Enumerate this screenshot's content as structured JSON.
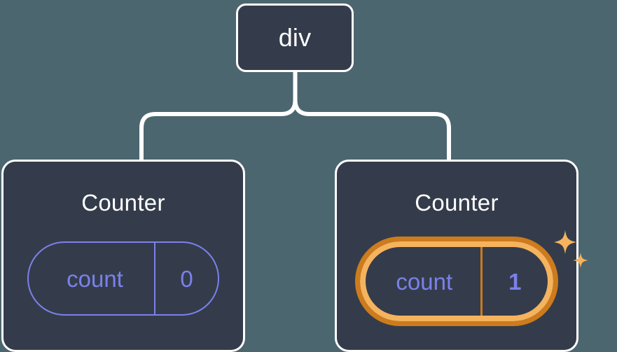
{
  "diagram": {
    "type": "component-tree",
    "background_color": "#4c6670",
    "node_fill": "#343c4b",
    "node_border": "#ffffff",
    "connector_color": "#ffffff",
    "state_color": "#7b81ea",
    "highlight_outer_color": "#cd7b1c",
    "highlight_inner_color": "#f6b35e",
    "sparkle_color": "#f6b35e"
  },
  "root": {
    "label": "div"
  },
  "children": [
    {
      "title": "Counter",
      "state": {
        "key": "count",
        "value": "0"
      },
      "highlighted": false
    },
    {
      "title": "Counter",
      "state": {
        "key": "count",
        "value": "1"
      },
      "highlighted": true
    }
  ]
}
